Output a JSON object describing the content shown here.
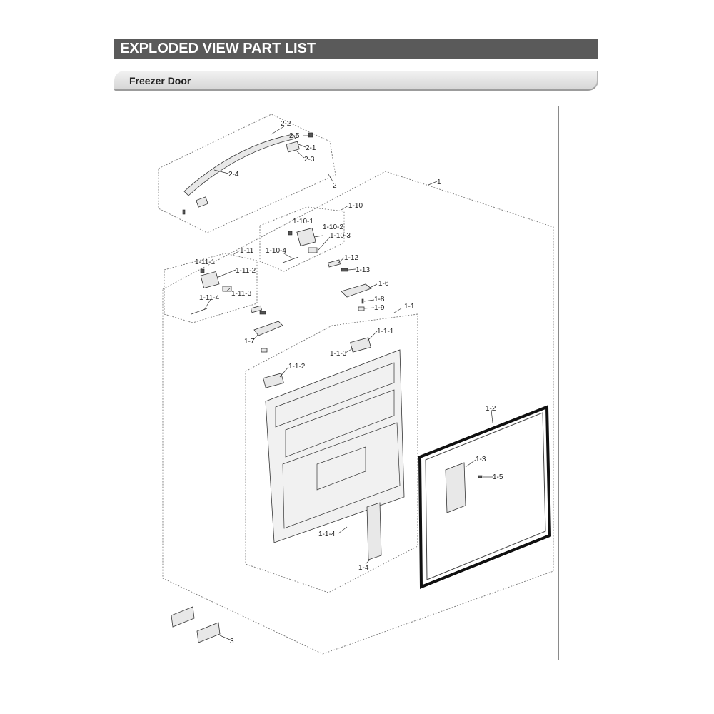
{
  "header": {
    "title": "EXPLODED VIEW PART LIST"
  },
  "section": {
    "title": "Freezer Door"
  },
  "parts": {
    "p2": "2",
    "p2_1": "2-1",
    "p2_2": "2-2",
    "p2_3": "2-3",
    "p2_4": "2-4",
    "p2_5": "2-5",
    "p1": "1",
    "p1_1": "1-1",
    "p1_1_1": "1-1-1",
    "p1_1_2": "1-1-2",
    "p1_1_3": "1-1-3",
    "p1_1_4": "1-1-4",
    "p1_2": "1-2",
    "p1_3": "1-3",
    "p1_4": "1-4",
    "p1_5": "1-5",
    "p1_6": "1-6",
    "p1_7": "1-7",
    "p1_8": "1-8",
    "p1_9": "1-9",
    "p1_10": "1-10",
    "p1_10_1": "1-10-1",
    "p1_10_2": "1-10-2",
    "p1_10_3": "1-10-3",
    "p1_10_4": "1-10-4",
    "p1_11": "1-11",
    "p1_11_1": "1-11-1",
    "p1_11_2": "1-11-2",
    "p1_11_3": "1-11-3",
    "p1_11_4": "1-11-4",
    "p1_12": "1-12",
    "p1_13": "1-13",
    "p3": "3"
  }
}
